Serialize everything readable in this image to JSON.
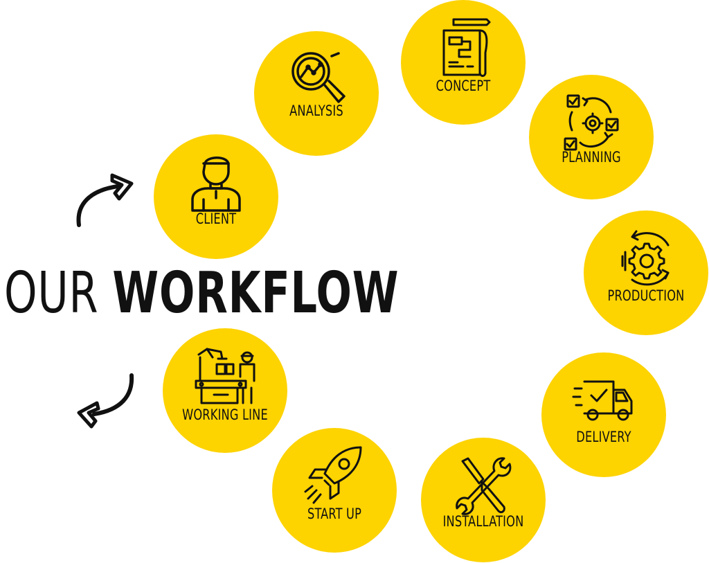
{
  "title": {
    "prefix": "OUR",
    "main": "WORKFLOW"
  },
  "colors": {
    "accent": "#fdd300",
    "ink": "#111111",
    "background": "#ffffff"
  },
  "steps": [
    {
      "label": "CLIENT",
      "icon": "person-icon"
    },
    {
      "label": "ANALYSIS",
      "icon": "magnifier-chart-icon"
    },
    {
      "label": "CONCEPT",
      "icon": "blueprint-icon"
    },
    {
      "label": "PLANNING",
      "icon": "cycle-gear-checklist-icon"
    },
    {
      "label": "PRODUCTION",
      "icon": "rotating-gear-icon"
    },
    {
      "label": "DELIVERY",
      "icon": "delivery-truck-icon"
    },
    {
      "label": "INSTALLATION",
      "icon": "wrench-screwdriver-icon"
    },
    {
      "label": "START UP",
      "icon": "rocket-icon"
    },
    {
      "label": "WORKING LINE",
      "icon": "assembly-line-icon"
    }
  ]
}
